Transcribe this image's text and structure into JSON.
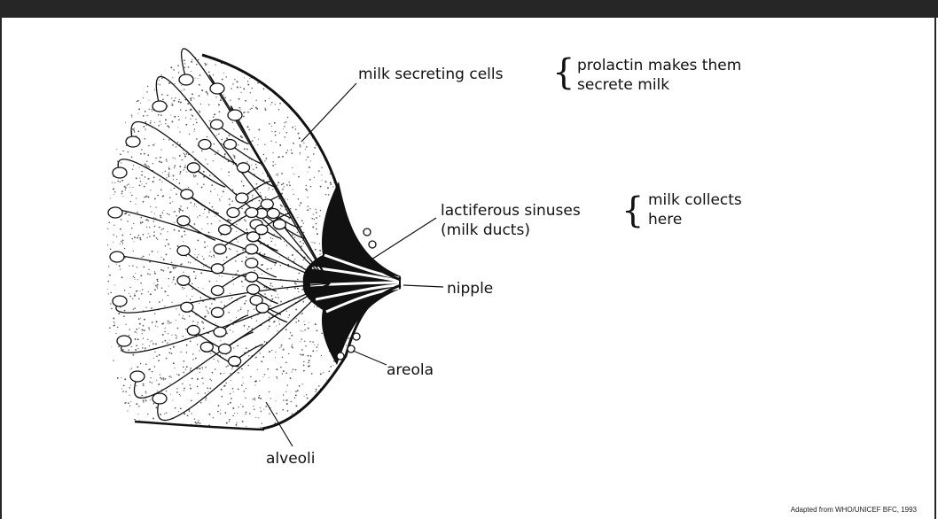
{
  "labels": {
    "milk_secreting_cells": "milk secreting cells",
    "prolactin_line1": "prolactin makes them",
    "prolactin_line2": "secrete milk",
    "sinuses_line1": "lactiferous sinuses",
    "sinuses_line2": "(milk ducts)",
    "collects_line1": "milk collects",
    "collects_line2": "here",
    "nipple": "nipple",
    "areola": "areola",
    "alveoli": "alveoli"
  },
  "credit": "Adapted from WHO/UNICEF BFC, 1993",
  "colors": {
    "ink": "#111111",
    "bar": "#262626",
    "background": "#ffffff"
  }
}
